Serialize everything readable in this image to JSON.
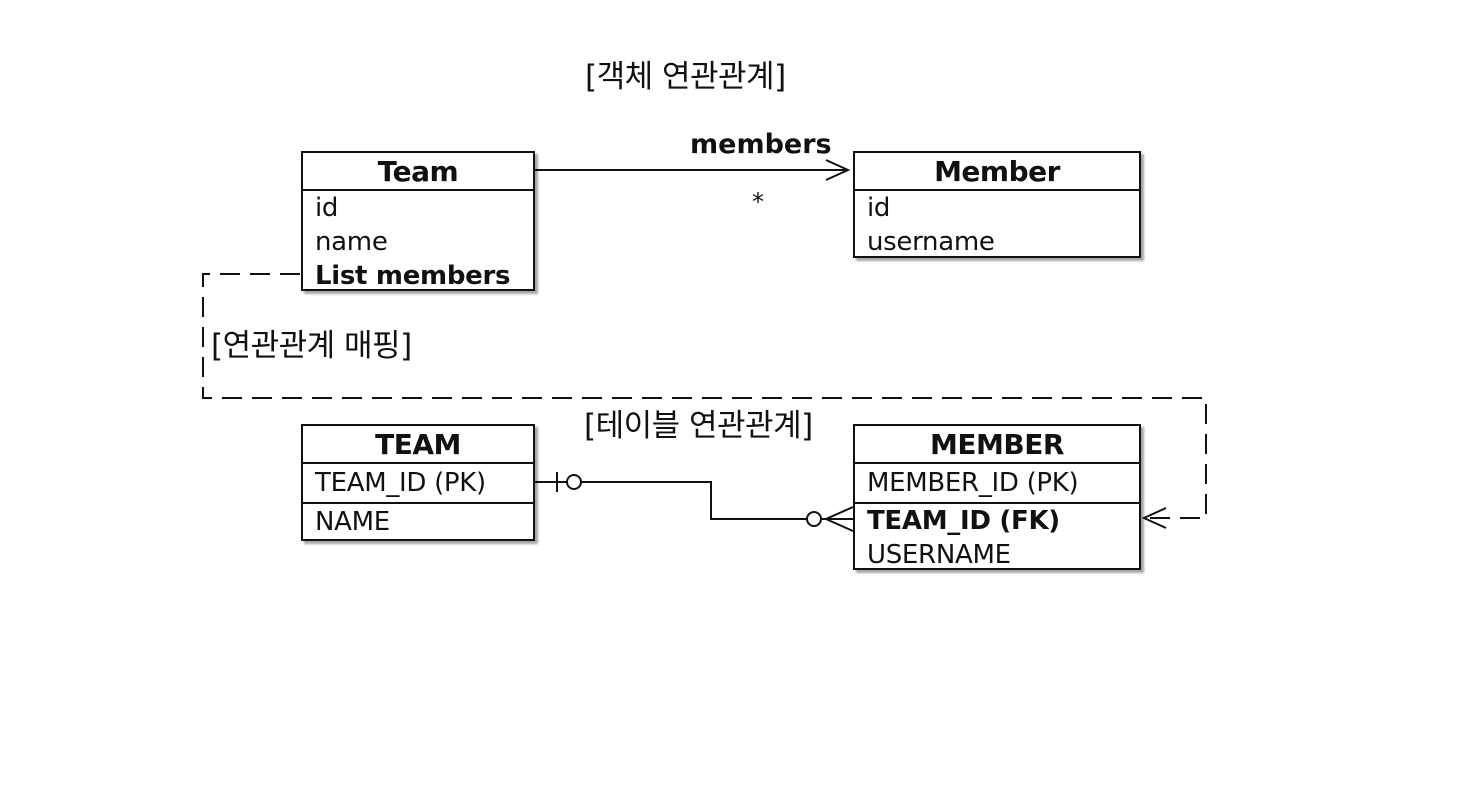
{
  "object_section_label": "[객체 연관관계]",
  "mapping_section_label": "[연관관계 매핑]",
  "table_section_label": "[테이블 연관관계]",
  "team_entity": {
    "title": "Team",
    "attributes": [
      "id",
      "name",
      "List members"
    ]
  },
  "member_entity": {
    "title": "Member",
    "attributes": [
      "id",
      "username"
    ]
  },
  "association": {
    "role_name": "members",
    "multiplicity": "*"
  },
  "team_table": {
    "title": "TEAM",
    "pk": "TEAM_ID (PK)",
    "columns": [
      "NAME"
    ]
  },
  "member_table": {
    "title": "MEMBER",
    "pk": "MEMBER_ID (PK)",
    "fk": "TEAM_ID (FK)",
    "columns": [
      "USERNAME"
    ]
  }
}
